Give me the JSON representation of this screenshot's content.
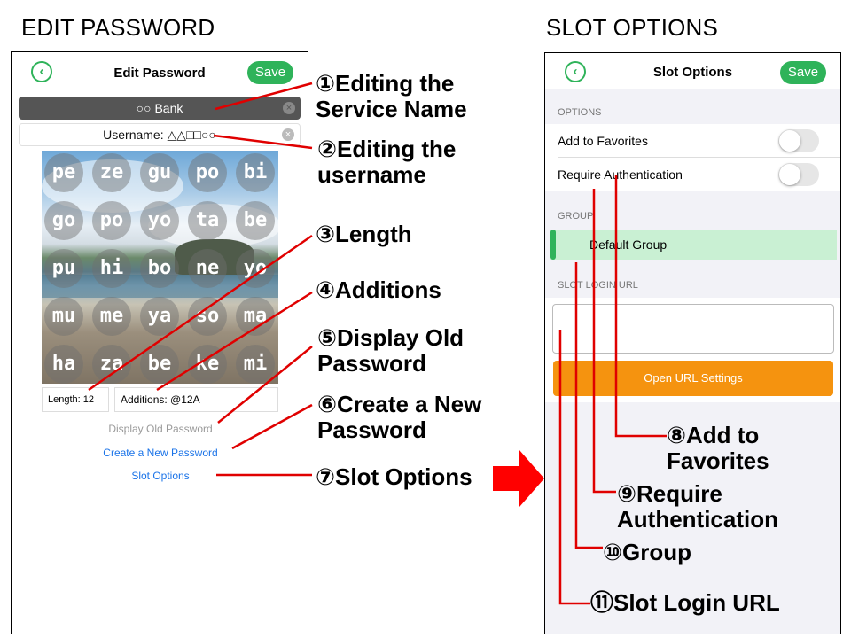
{
  "sections": {
    "left_title": "EDIT PASSWORD",
    "right_title": "SLOT OPTIONS"
  },
  "edit_screen": {
    "back_icon": "chevron-left-icon",
    "title": "Edit Password",
    "save_label": "Save",
    "service_name": "○○ Bank",
    "username": "Username: △△□□○○",
    "syllable_grid": [
      [
        "pe",
        "ze",
        "gu",
        "po",
        "bi"
      ],
      [
        "go",
        "po",
        "yo",
        "ta",
        "be"
      ],
      [
        "pu",
        "hi",
        "bo",
        "ne",
        "yo"
      ],
      [
        "mu",
        "me",
        "ya",
        "so",
        "ma"
      ],
      [
        "ha",
        "za",
        "be",
        "ke",
        "mi"
      ]
    ],
    "length": "Length: 12",
    "additions": "Additions: @12A",
    "display_old_password": "Display Old Password",
    "create_new_password": "Create a New Password",
    "slot_options": "Slot Options",
    "colors": {
      "accent": "#2fb35a",
      "link": "#1a73e8"
    }
  },
  "slot_screen": {
    "title": "Slot Options",
    "save_label": "Save",
    "options_header": "OPTIONS",
    "add_to_favorites": "Add to Favorites",
    "require_authentication": "Require Authentication",
    "group_header": "GROUP",
    "group_value": "Default Group",
    "url_header": "SLOT LOGIN URL",
    "url_value": "",
    "open_url_settings": "Open URL Settings",
    "colors": {
      "button": "#f5930f",
      "group_bg": "#c9f0d3"
    }
  },
  "annotations": {
    "a1": [
      "①Editing the",
      "Service Name"
    ],
    "a2": [
      "②Editing the",
      "username"
    ],
    "a3": [
      "③Length"
    ],
    "a4": [
      "④Additions"
    ],
    "a5": [
      "⑤Display Old",
      "Password"
    ],
    "a6": [
      "⑥Create a New",
      "Password"
    ],
    "a7": [
      "⑦Slot Options"
    ],
    "a8": [
      "⑧Add to",
      "Favorites"
    ],
    "a9": [
      "⑨Require",
      "Authentication"
    ],
    "a10": [
      "⑩Group"
    ],
    "a11": [
      "⑪Slot Login URL"
    ]
  },
  "line_color": "#e00000"
}
